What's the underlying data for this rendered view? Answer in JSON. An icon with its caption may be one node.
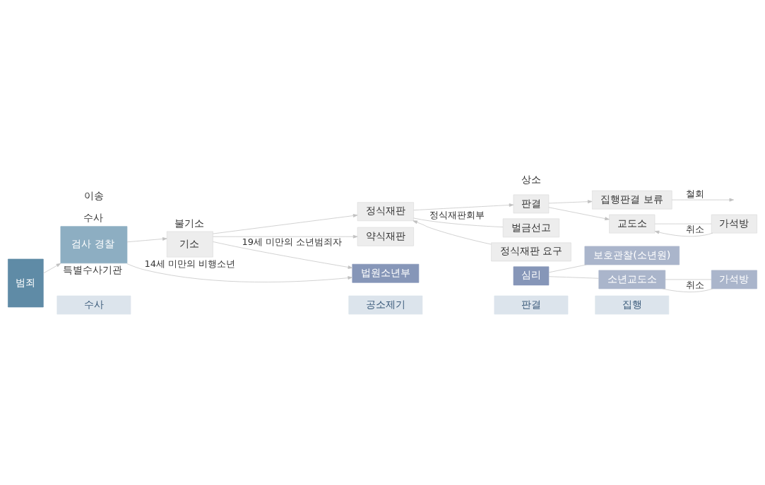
{
  "diagram": {
    "nodes": [
      {
        "text": [
          "수사"
        ]
      },
      {
        "text": [
          "공소제기"
        ]
      },
      {
        "text": [
          "판결"
        ]
      },
      {
        "text": [
          "집행"
        ]
      },
      {
        "text": [
          "범죄"
        ]
      },
      {
        "text": [
          "검사 경찰"
        ],
        "beside": [
          "수사",
          "특별수사기관"
        ]
      },
      {
        "text": [
          "기소"
        ],
        "beside": [
          "불기소"
        ]
      },
      {
        "text": [
          "정식재판"
        ]
      },
      {
        "text": [
          "약식재판"
        ]
      },
      {
        "text": [
          "집행판결 보류"
        ]
      },
      {
        "text": [
          "판결"
        ]
      },
      {
        "text": [
          "교도소"
        ]
      },
      {
        "text": [
          "가석방"
        ]
      },
      {
        "text": [
          "벌금선고"
        ]
      },
      {
        "text": [
          "정식재판 요구"
        ]
      },
      {
        "text": [
          "법원소년부"
        ]
      },
      {
        "text": [
          "심리"
        ]
      },
      {
        "text": [
          "보호관찰(소년원)"
        ]
      },
      {
        "text": [
          "소년교도소"
        ]
      },
      {
        "text": [
          "가석방"
        ]
      }
    ],
    "edges": [
      {
        "from": 4,
        "to": 5,
        "arrow": "to"
      },
      {
        "from": 5,
        "to": 6,
        "arrow": "to"
      },
      {
        "from": 6,
        "to": 7,
        "arrow": "to"
      },
      {
        "from": 6,
        "to": 8,
        "arrow": "to"
      },
      {
        "from": 7,
        "to": 10,
        "arrow": "to"
      },
      {
        "from": 10,
        "to": 9,
        "arrow": "to"
      },
      {
        "from": 9,
        "to": null,
        "arrow": "to",
        "label": "철회"
      },
      {
        "from": 10,
        "to": 11,
        "arrow": "to"
      },
      {
        "from": 11,
        "to": 12,
        "arrow": "none"
      },
      {
        "from": 12,
        "to": 11,
        "arrow": "to",
        "label": "취소"
      },
      {
        "from": 13,
        "to": 7,
        "arrow": "none",
        "label": "정식재판회부"
      },
      {
        "from": 14,
        "to": 7,
        "arrow": "to"
      },
      {
        "from": 6,
        "to": 15,
        "arrow": "to",
        "label": "19세 미만의 소년범죄자"
      },
      {
        "from": 5,
        "to": 15,
        "arrow": "to",
        "label": "14세 미만의 비행소년"
      },
      {
        "from": 16,
        "to": 17,
        "arrow": "none"
      },
      {
        "from": 16,
        "to": 18,
        "arrow": "none"
      },
      {
        "from": 18,
        "to": 19,
        "arrow": "none"
      },
      {
        "from": 19,
        "to": 18,
        "arrow": "none",
        "label": "취소"
      }
    ],
    "labels": [
      "상소",
      "이송"
    ]
  }
}
